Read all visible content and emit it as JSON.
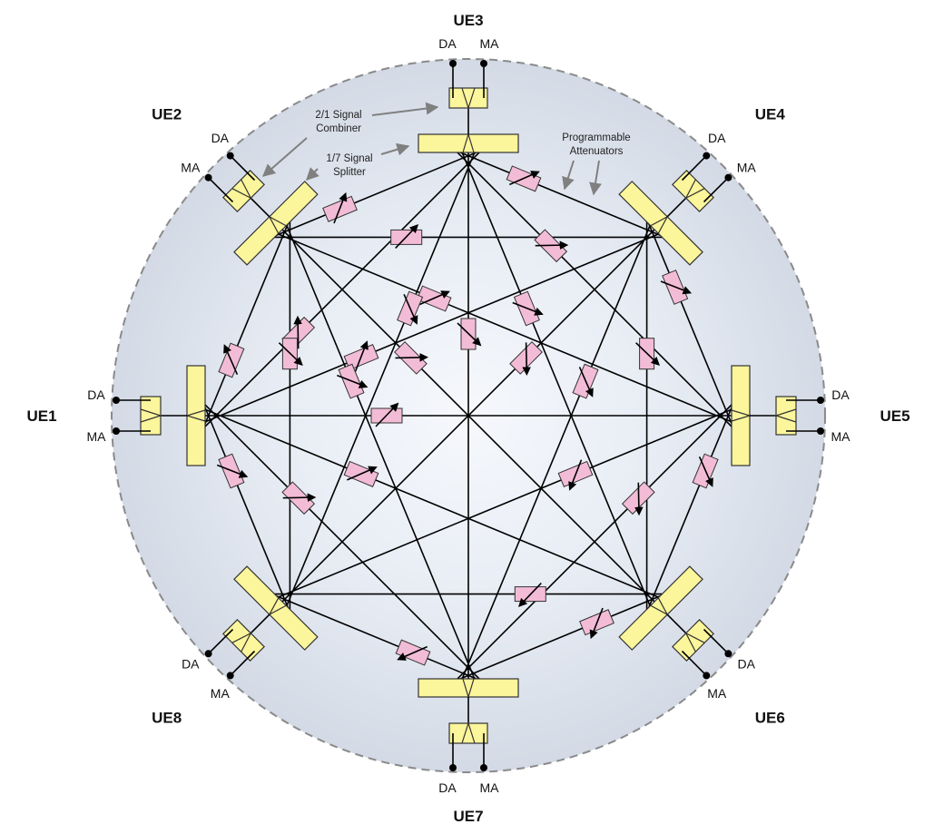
{
  "colors": {
    "background_circle": "#d3dae5",
    "center_glow": "#f6f8fc",
    "splitter_fill": "#fbf59b",
    "attenuator_fill": "#f3bcd6",
    "wire": "#000000",
    "annotation_arrow": "#808080"
  },
  "ues": [
    {
      "name": "UE1",
      "ports": [
        "MA",
        "DA"
      ]
    },
    {
      "name": "UE2",
      "ports": [
        "MA",
        "DA"
      ]
    },
    {
      "name": "UE3",
      "ports": [
        "DA",
        "MA"
      ]
    },
    {
      "name": "UE4",
      "ports": [
        "DA",
        "MA"
      ]
    },
    {
      "name": "UE5",
      "ports": [
        "DA",
        "MA"
      ]
    },
    {
      "name": "UE6",
      "ports": [
        "DA",
        "MA"
      ]
    },
    {
      "name": "UE7",
      "ports": [
        "MA",
        "DA"
      ]
    },
    {
      "name": "UE8",
      "ports": [
        "MA",
        "DA"
      ]
    }
  ],
  "annotations": {
    "combiner": [
      "2/1 Signal",
      "Combiner"
    ],
    "splitter": [
      "1/7 Signal",
      "Splitter"
    ],
    "attenuators": [
      "Programmable",
      "Attenuators"
    ]
  },
  "connections": {
    "fully_meshed_nodes": 8,
    "links": 28,
    "attenuators_per_link": 1
  }
}
